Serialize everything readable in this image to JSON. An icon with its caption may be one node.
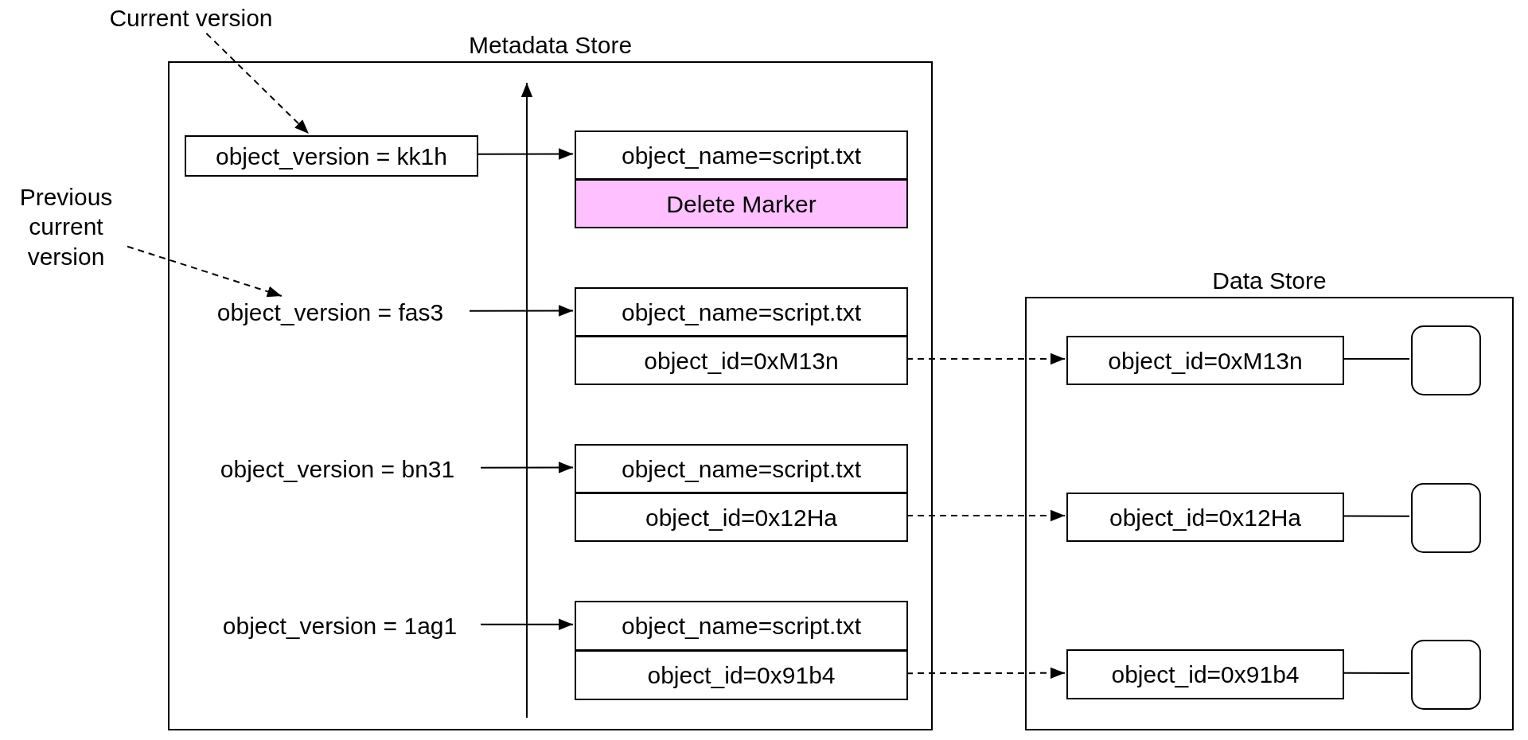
{
  "diagram": {
    "nodes": [
      {
        "text": [
          "Current version"
        ]
      },
      {
        "text": [
          "Previous current version"
        ]
      },
      {
        "text": [
          "Metadata Store"
        ]
      },
      {
        "text": [
          "object_version = kk1h"
        ],
        "in": 2
      },
      {
        "text": [
          "object_name=script.txt"
        ],
        "in": 2
      },
      {
        "text": [
          "Delete Marker"
        ],
        "in": 2
      },
      {
        "text": [
          "object_version = fas3"
        ],
        "in": 2
      },
      {
        "text": [
          "object_name=script.txt"
        ],
        "in": 2
      },
      {
        "text": [
          "object_id=0xM13n"
        ],
        "in": 2
      },
      {
        "text": [
          "object_version = bn31"
        ],
        "in": 2
      },
      {
        "text": [
          "object_name=script.txt"
        ],
        "in": 2
      },
      {
        "text": [
          "object_id=0x12Ha"
        ],
        "in": 2
      },
      {
        "text": [
          "object_version = 1ag1"
        ],
        "in": 2
      },
      {
        "text": [
          "object_name=script.txt"
        ],
        "in": 2
      },
      {
        "text": [
          "object_id=0x91b4"
        ],
        "in": 2
      },
      {
        "text": [
          "Data Store"
        ]
      },
      {
        "text": [
          "object_id=0xM13n"
        ],
        "in": 15
      },
      {
        "text": [],
        "shape": "box",
        "in": 15
      },
      {
        "text": [
          "object_id=0x12Ha"
        ],
        "in": 15
      },
      {
        "text": [],
        "shape": "box",
        "in": 15
      },
      {
        "text": [
          "object_id=0x91b4"
        ],
        "in": 15
      },
      {
        "text": [],
        "shape": "box",
        "in": 15
      }
    ],
    "edges": [
      {
        "from": 0,
        "to": 3,
        "arrow": "to",
        "style": "dashed"
      },
      {
        "from": 1,
        "to": 6,
        "arrow": "to",
        "style": "dashed"
      },
      {
        "from": 3,
        "to": 4,
        "arrow": "to"
      },
      {
        "from": 6,
        "to": 7,
        "arrow": "to"
      },
      {
        "from": 9,
        "to": 10,
        "arrow": "to"
      },
      {
        "from": 12,
        "to": 13,
        "arrow": "to"
      },
      {
        "from": 8,
        "to": 16,
        "arrow": "to",
        "style": "dashed"
      },
      {
        "from": 11,
        "to": 18,
        "arrow": "to",
        "style": "dashed"
      },
      {
        "from": 14,
        "to": 20,
        "arrow": "to",
        "style": "dashed"
      },
      {
        "from": 16,
        "to": 17,
        "arrow": "none"
      },
      {
        "from": 18,
        "to": 19,
        "arrow": "none"
      },
      {
        "from": 20,
        "to": 21,
        "arrow": "none"
      }
    ]
  }
}
